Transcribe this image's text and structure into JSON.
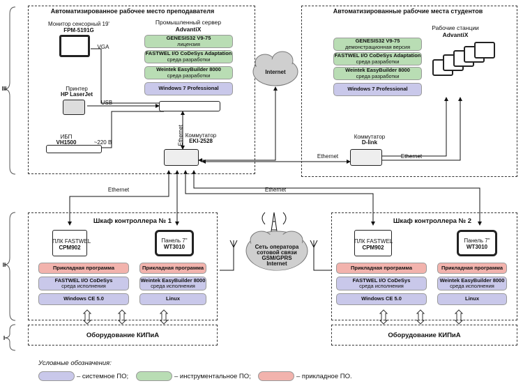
{
  "levels": {
    "l3": "III",
    "l2": "II",
    "l1": "I"
  },
  "teacher": {
    "title": "Автоматизированное рабочее место преподавателя",
    "monitor": {
      "line1": "Монитор сенсорный 19'",
      "line2": "FPM-5191G"
    },
    "printer": {
      "line1": "Принтер",
      "line2": "HP LaserJet"
    },
    "ups": {
      "line1": "ИБП",
      "line2": "VH1500"
    },
    "vga": "VGA",
    "usb": "USB",
    "v220": "~220 В",
    "server": {
      "line1": "Промышленный сервер",
      "line2": "AdvantiX"
    },
    "sw": [
      {
        "l1": "GENESIS32 V9-75",
        "l2": "лицензия"
      },
      {
        "l1": "FASTWEL I/O CoDeSys Adaptation",
        "l2": "среда разработки"
      },
      {
        "l1": "Weintek EasyBuilder 8000",
        "l2": "среда разработки"
      },
      {
        "l1": "Windows 7 Professional",
        "l2": ""
      }
    ],
    "ethernet_v": "Ethernet",
    "switch": {
      "line1": "Коммутатор",
      "line2": "EKI-2528"
    }
  },
  "internet": "Internet",
  "students": {
    "title": "Автоматизированные рабочие места студентов",
    "stations": {
      "line1": "Рабочие станции",
      "line2": "AdvantiX"
    },
    "sw": [
      {
        "l1": "GENESIS32 V9-75",
        "l2": "демонстрационная версия"
      },
      {
        "l1": "FASTWEL I/O CoDeSys Adaptation",
        "l2": "среда разработки"
      },
      {
        "l1": "Weintek EasyBuilder 8000",
        "l2": "среда разработки"
      },
      {
        "l1": "Windows 7 Professional",
        "l2": ""
      }
    ],
    "switch": {
      "line1": "Коммутатор",
      "line2": "D-link"
    },
    "eth1": "Ethernet",
    "eth2": "Ethernet"
  },
  "eth_left": "Ethernet",
  "eth_right": "Ethernet",
  "cab1": {
    "title": "Шкаф контроллера № 1",
    "plc": {
      "line1": "ПЛК FASTWEL",
      "line2": "CPM902"
    },
    "panel": {
      "line1": "Панель 7\"",
      "line2": "WT3010"
    },
    "plc_stack": [
      {
        "l1": "Прикладная программа",
        "l2": ""
      },
      {
        "l1": "FASTWEL I/O CoDeSys",
        "l2": "среда исполнения"
      },
      {
        "l1": "Windows CE 5.0",
        "l2": ""
      }
    ],
    "panel_stack": [
      {
        "l1": "Прикладная программа",
        "l2": ""
      },
      {
        "l1": "Weintek EasyBuilder 8000",
        "l2": "среда исполнения"
      },
      {
        "l1": "Linux",
        "l2": ""
      }
    ]
  },
  "cab2": {
    "title": "Шкаф контроллера № 2",
    "plc": {
      "line1": "ПЛК FASTWEL",
      "line2": "CPM902"
    },
    "panel": {
      "line1": "Панель 7\"",
      "line2": "WT3010"
    },
    "plc_stack": [
      {
        "l1": "Прикладная программа",
        "l2": ""
      },
      {
        "l1": "FASTWEL I/O CoDeSys",
        "l2": "среда исполнения"
      },
      {
        "l1": "Windows CE 5.0",
        "l2": ""
      }
    ],
    "panel_stack": [
      {
        "l1": "Прикладная программа",
        "l2": ""
      },
      {
        "l1": "Weintek EasyBuilder 8000",
        "l2": "среда исполнения"
      },
      {
        "l1": "Linux",
        "l2": ""
      }
    ]
  },
  "gsm": {
    "line1": "Сеть оператора",
    "line2": "сотовой связи",
    "line3": "GSM/GPRS",
    "line4": "Internet"
  },
  "kip1": "Оборудование КИПиА",
  "kip2": "Оборудование КИПиА",
  "legend": {
    "title": "Условные обозначения:",
    "sys": "– системное ПО;",
    "tool": "– инструментальное ПО;",
    "app": "– прикладное ПО."
  }
}
